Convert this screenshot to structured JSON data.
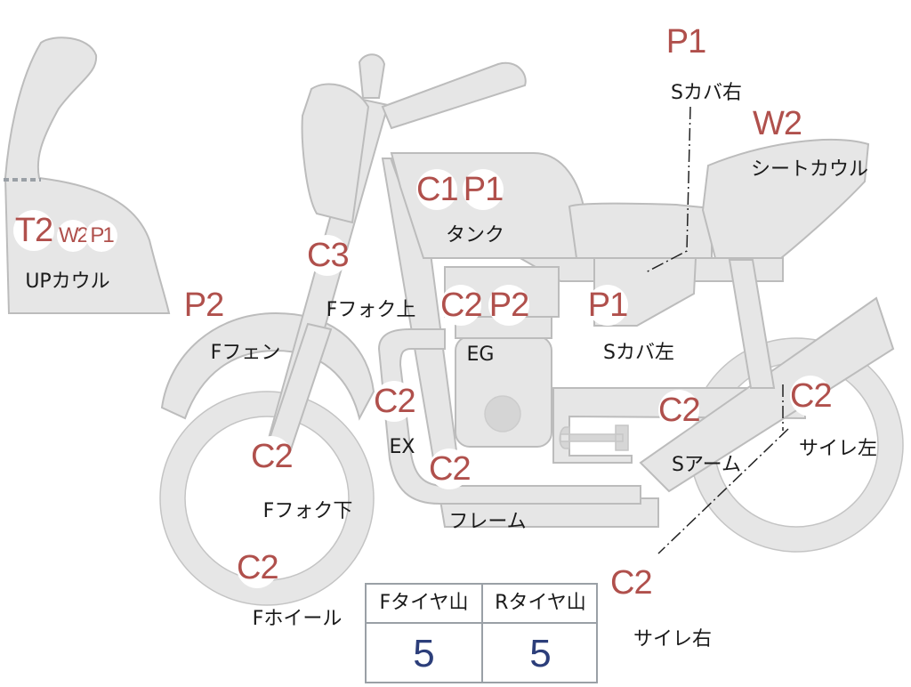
{
  "parts": [
    {
      "name": "upper-cowl",
      "label": "UPカウル",
      "grades": [
        "T2",
        "W2",
        "P1"
      ]
    },
    {
      "name": "fuel-tank",
      "label": "タンク",
      "grades": [
        "C1",
        "P1"
      ]
    },
    {
      "name": "right-side-cover",
      "label": "Sカバ右",
      "grades": [
        "P1"
      ]
    },
    {
      "name": "seat-cowl",
      "label": "シートカウル",
      "grades": [
        "W2"
      ]
    },
    {
      "name": "front-fork-upper",
      "label": "Fフォク上",
      "grades": [
        "C3"
      ]
    },
    {
      "name": "front-fender",
      "label": "Fフェン",
      "grades": [
        "P2"
      ]
    },
    {
      "name": "engine",
      "label": "EG",
      "grades": [
        "C2",
        "P2"
      ]
    },
    {
      "name": "left-side-cover",
      "label": "Sカバ左",
      "grades": [
        "P1"
      ]
    },
    {
      "name": "exhaust",
      "label": "EX",
      "grades": [
        "C2"
      ]
    },
    {
      "name": "swing-arm",
      "label": "Sアーム",
      "grades": [
        "C2"
      ]
    },
    {
      "name": "left-muffler",
      "label": "サイレ左",
      "grades": [
        "C2"
      ]
    },
    {
      "name": "front-fork-lower",
      "label": "Fフォク下",
      "grades": [
        "C2"
      ]
    },
    {
      "name": "frame",
      "label": "フレーム",
      "grades": [
        "C2"
      ]
    },
    {
      "name": "front-wheel",
      "label": "Fホイール",
      "grades": [
        "C2"
      ]
    },
    {
      "name": "right-muffler",
      "label": "サイレ右",
      "grades": [
        "C2"
      ]
    }
  ],
  "tire_tread": {
    "front_label": "Fタイヤ山",
    "front_value": "5",
    "rear_label": "Rタイヤ山",
    "rear_value": "5"
  },
  "colors": {
    "grade_text": "#b0504c",
    "tread_value": "#2c3e7a",
    "part_fill": "#e6e6e6"
  }
}
